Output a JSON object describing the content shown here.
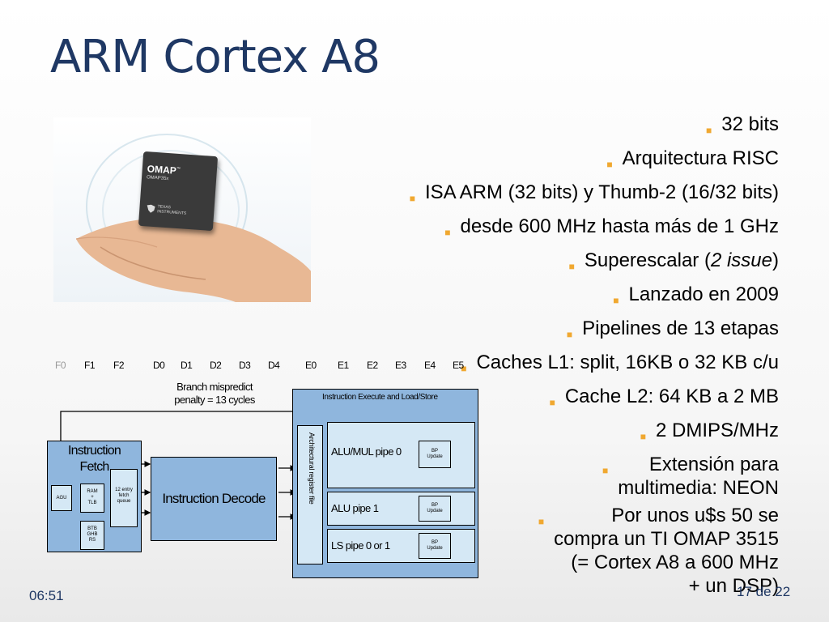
{
  "slide": {
    "title": "ARM Cortex A8",
    "bullets": [
      "32 bits",
      "Arquitectura RISC",
      "ISA ARM (32 bits) y Thumb-2 (16/32 bits)",
      "desde 600 MHz hasta más de 1 GHz",
      "Superescalar (2 issue)",
      "Lanzado en 2009",
      "Pipelines de 13 etapas",
      "Caches L1: split, 16KB o 32 KB c/u",
      "Cache L2: 64 KB a 2 MB",
      "2 DMIPS/MHz",
      "Extensión para\nmultimedia: NEON",
      "Por unos u$s 50 se\ncompra un TI OMAP 3515\n(= Cortex A8 a 600 MHz\n+ un DSP)"
    ],
    "superescalar_parts": {
      "pre": "Superescalar (",
      "italic": "2 issue",
      "post": ")"
    },
    "footer_time": "06:51",
    "footer_page": "17 de 22"
  },
  "photo": {
    "chip_label": "OMAP",
    "chip_tm": "™",
    "chip_model": "OMAP35x",
    "chip_brand_line1": "TEXAS",
    "chip_brand_line2": "INSTRUMENTS"
  },
  "diagram": {
    "stages": [
      "F0",
      "F1",
      "F2",
      "D0",
      "D1",
      "D2",
      "D3",
      "D4",
      "E0",
      "E1",
      "E2",
      "E3",
      "E4",
      "E5"
    ],
    "branch_line1": "Branch mispredict",
    "branch_line2": "penalty = 13 cycles",
    "fetch_title_line1": "Instruction",
    "fetch_title_line2": "Fetch",
    "agu": "AGU",
    "ram_tlb_line1": "RAM",
    "ram_tlb_line2": "+",
    "ram_tlb_line3": "TLB",
    "queue_line1": "12 entry",
    "queue_line2": "fetch",
    "queue_line3": "queue",
    "btb_line1": "BTB",
    "btb_line2": "GHB",
    "btb_line3": "RS",
    "decode": "Instruction Decode",
    "execute_title": "Instruction Execute and Load/Store",
    "regfile": "Architectural register file",
    "pipe0": "ALU/MUL pipe 0",
    "pipe1": "ALU pipe 1",
    "pipe2": "LS pipe 0 or 1",
    "bp_line1": "BP",
    "bp_line2": "Update",
    "colors": {
      "block": "#8fb6dd",
      "inner": "#d5e8f5",
      "title": "#1f3864",
      "bullet": "#f0a830"
    }
  }
}
